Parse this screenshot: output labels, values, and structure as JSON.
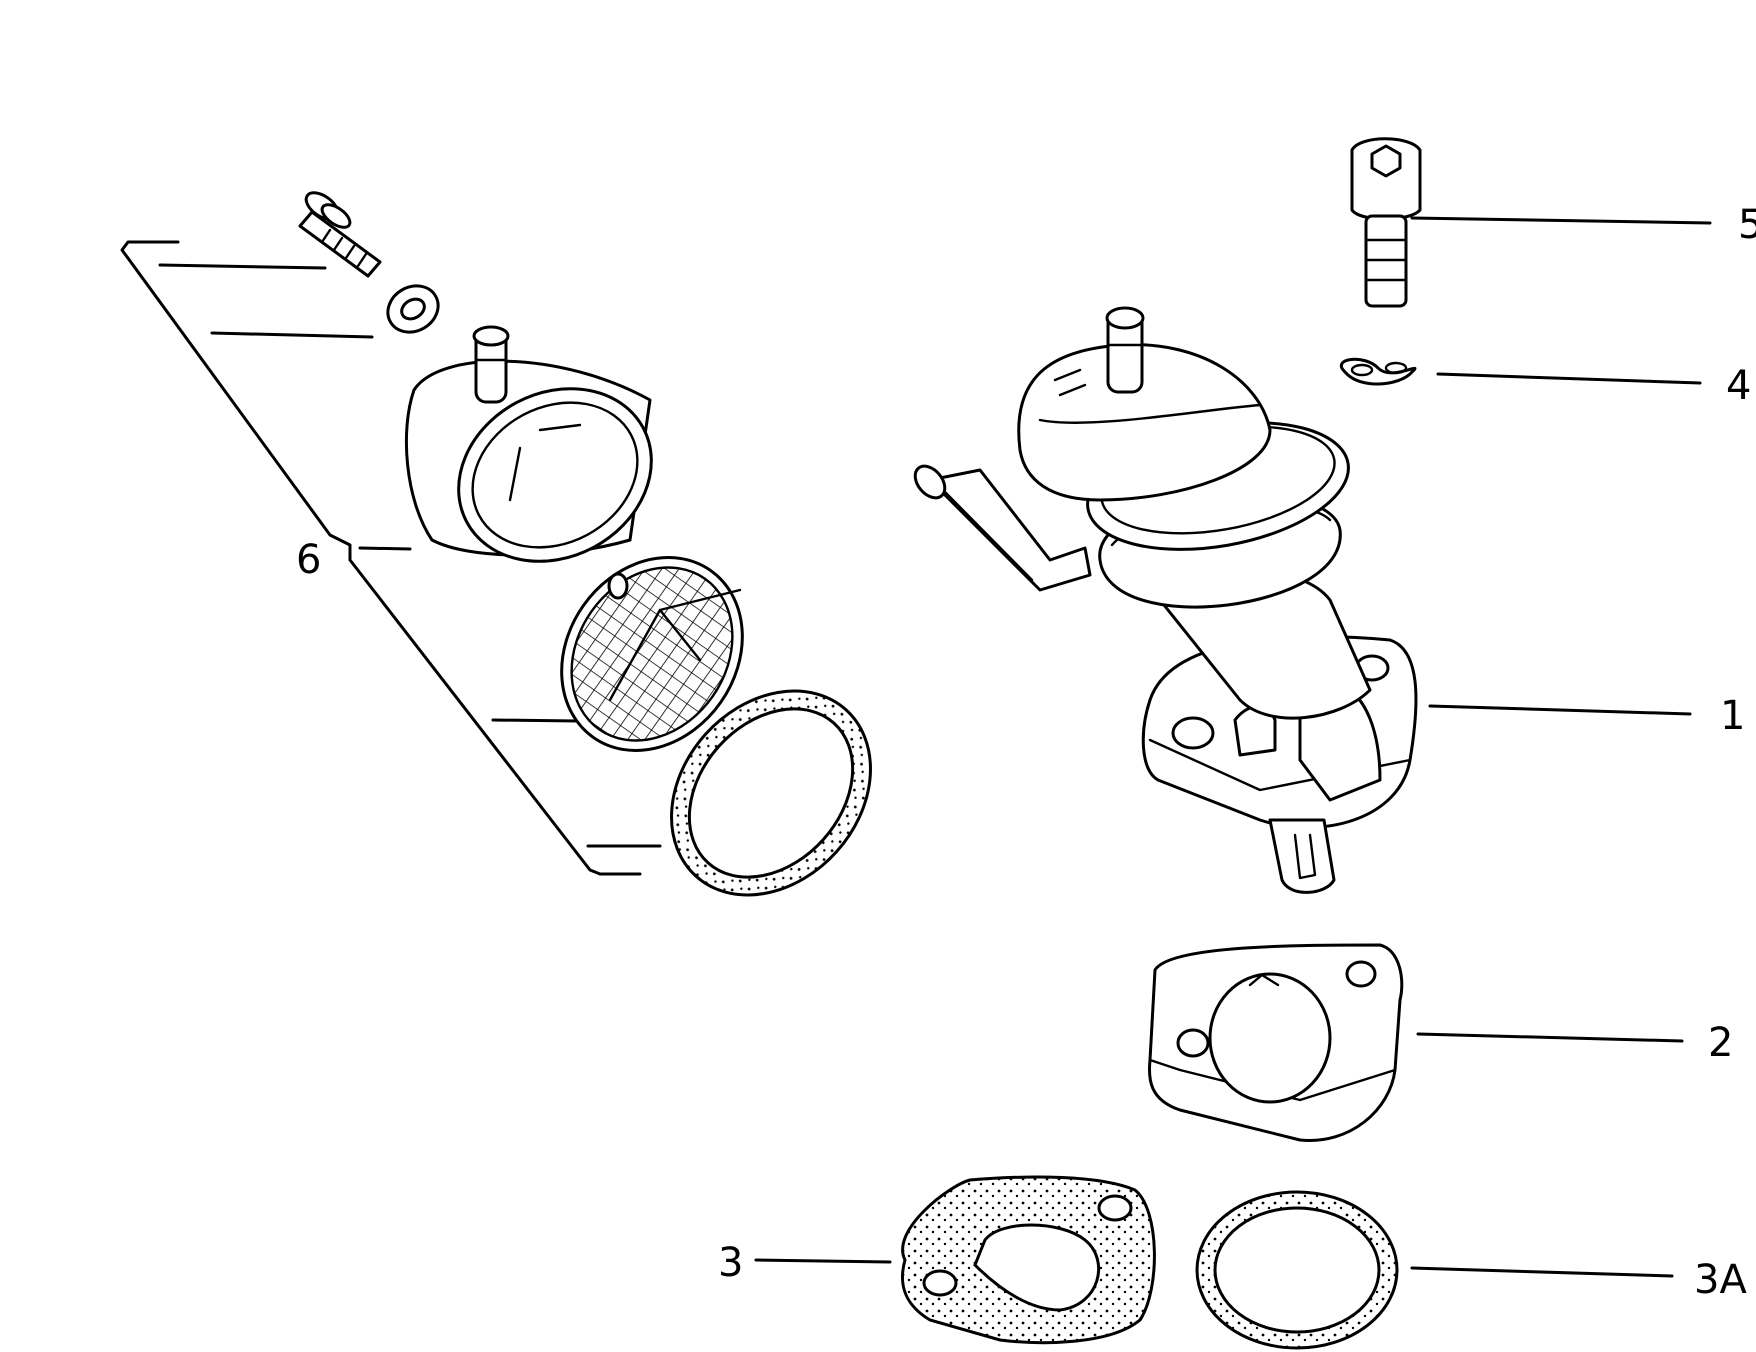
{
  "diagram": {
    "callouts": [
      {
        "id": "1",
        "text": "1"
      },
      {
        "id": "2",
        "text": "2"
      },
      {
        "id": "3",
        "text": "3"
      },
      {
        "id": "3A",
        "text": "3A"
      },
      {
        "id": "4",
        "text": "4"
      },
      {
        "id": "5",
        "text": "5"
      },
      {
        "id": "6",
        "text": "6"
      }
    ]
  }
}
